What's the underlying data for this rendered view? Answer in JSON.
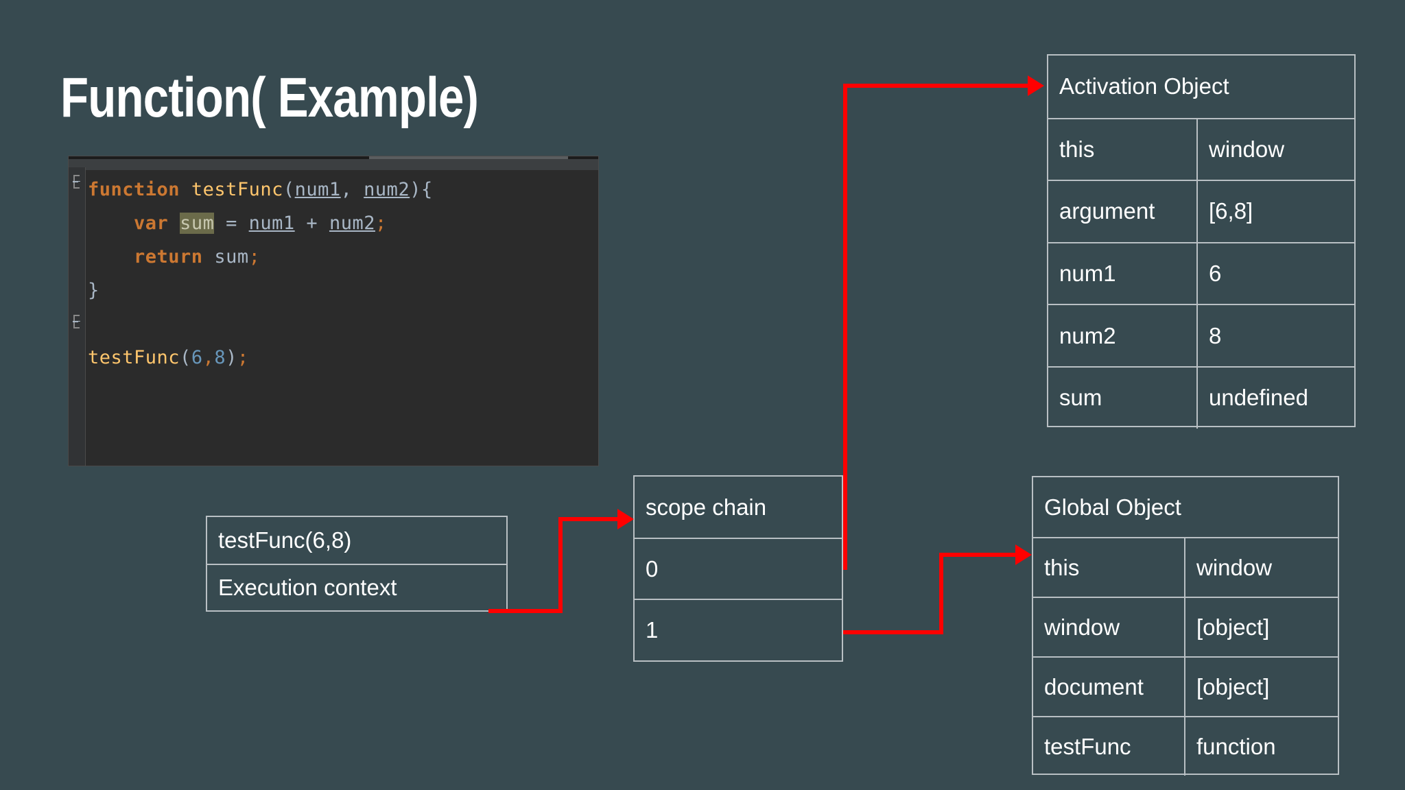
{
  "slide": {
    "title": "Function( Example)",
    "background_color": "#374a50",
    "text_color": "#ffffff",
    "accent_color": "#ff0000",
    "border_color": "#b9c0c4"
  },
  "code": {
    "editor_background": "#2b2b2b",
    "keyword_color": "#cc7832",
    "function_color": "#ffc66d",
    "number_color": "#6897bb",
    "identifier_color": "#a9b7c6",
    "highlight_color": "#6b6b4a",
    "fold_open_icon": "fold-open-icon",
    "fold_close_icon": "fold-close-icon",
    "lines": [
      "function testFunc(num1, num2){",
      "    var sum = num1 + num2;",
      "    return sum;",
      "}",
      "",
      "testFunc(6,8);"
    ],
    "tokens": {
      "kw_function": "function",
      "name_testFunc": "testFunc",
      "param_num1": "num1",
      "param_num2": "num2",
      "kw_var": "var",
      "var_sum": "sum",
      "kw_return": "return",
      "arg_6": "6",
      "arg_8": "8"
    }
  },
  "execution_context": {
    "name": "Execution context box",
    "rows": [
      {
        "label": "testFunc(6,8)"
      },
      {
        "label": "Execution context"
      }
    ]
  },
  "scope_chain": {
    "name": "scope chain table",
    "header": "scope chain",
    "rows": [
      {
        "index": "0"
      },
      {
        "index": "1"
      }
    ]
  },
  "activation_object": {
    "name": "Activation Object table",
    "header": "Activation Object",
    "rows": [
      {
        "key": "this",
        "value": "window"
      },
      {
        "key": "argument",
        "value": "[6,8]"
      },
      {
        "key": "num1",
        "value": "6"
      },
      {
        "key": "num2",
        "value": "8"
      },
      {
        "key": "sum",
        "value": "undefined"
      }
    ]
  },
  "global_object": {
    "name": "Global Object table",
    "header": "Global Object",
    "rows": [
      {
        "key": "this",
        "value": "window"
      },
      {
        "key": "window",
        "value": "[object]"
      },
      {
        "key": "document",
        "value": "[object]"
      },
      {
        "key": "testFunc",
        "value": "function"
      }
    ]
  },
  "connectors": [
    {
      "id": "exec-to-scope",
      "from": "Execution context",
      "to": "scope chain"
    },
    {
      "id": "scope0-to-activation",
      "from": "scope chain 0",
      "to": "Activation Object"
    },
    {
      "id": "scope1-to-global",
      "from": "scope chain 1",
      "to": "Global Object this"
    }
  ]
}
